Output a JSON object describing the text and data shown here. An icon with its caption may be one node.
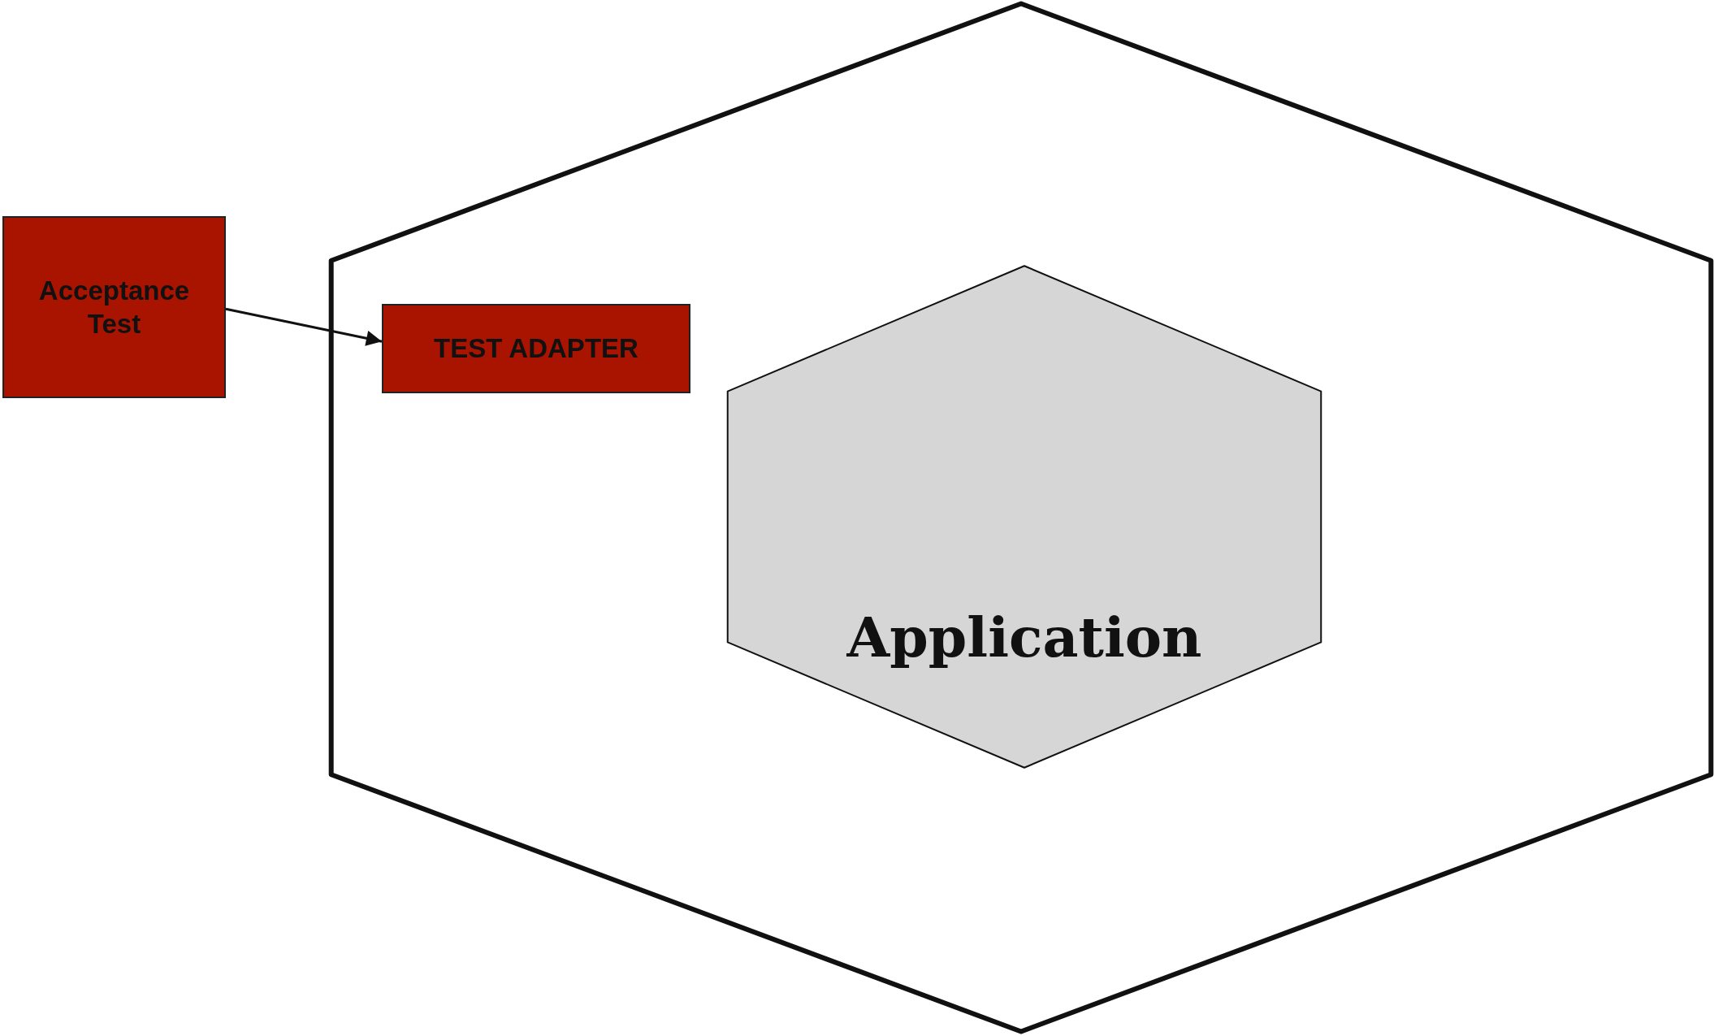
{
  "diagram": {
    "nodes": [
      {
        "text": [],
        "shape": "hexagon"
      },
      {
        "text": [
          "Application"
        ],
        "in": 0
      },
      {
        "text": [
          "Acceptance Test"
        ]
      },
      {
        "text": [
          "TEST ADAPTER"
        ],
        "in": 0
      }
    ],
    "edges": [
      {
        "from": 2,
        "to": 3,
        "arrow": "to"
      }
    ]
  }
}
